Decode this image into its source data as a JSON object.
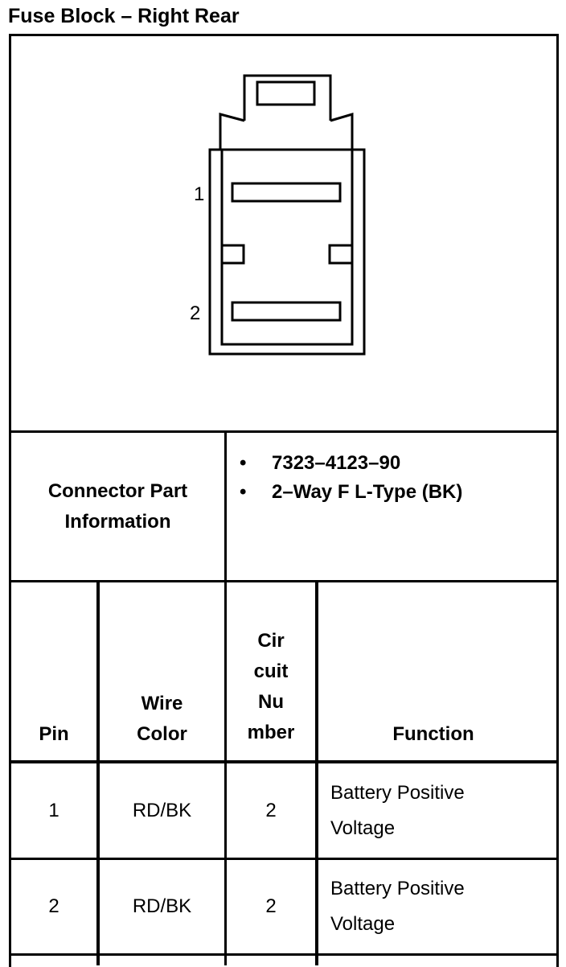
{
  "title": "Fuse Block – Right Rear",
  "connector": {
    "pin_labels": [
      "1",
      "2"
    ]
  },
  "part_info": {
    "label_line1": "Connector Part",
    "label_line2": "Information",
    "items": [
      "7323–4123–90",
      "2–Way F L-Type (BK)"
    ],
    "bullet": "•"
  },
  "table": {
    "headers": {
      "pin": "Pin",
      "wire_color_1": "Wire",
      "wire_color_2": "Color",
      "circuit_1": "Cir",
      "circuit_2": "cuit",
      "circuit_3": "Nu",
      "circuit_4": "mber",
      "function": "Function"
    },
    "rows": [
      {
        "pin": "1",
        "wire_color": "RD/BK",
        "circuit": "2",
        "function_1": "Battery Positive",
        "function_2": "Voltage"
      },
      {
        "pin": "2",
        "wire_color": "RD/BK",
        "circuit": "2",
        "function_1": "Battery Positive",
        "function_2": "Voltage"
      }
    ]
  }
}
